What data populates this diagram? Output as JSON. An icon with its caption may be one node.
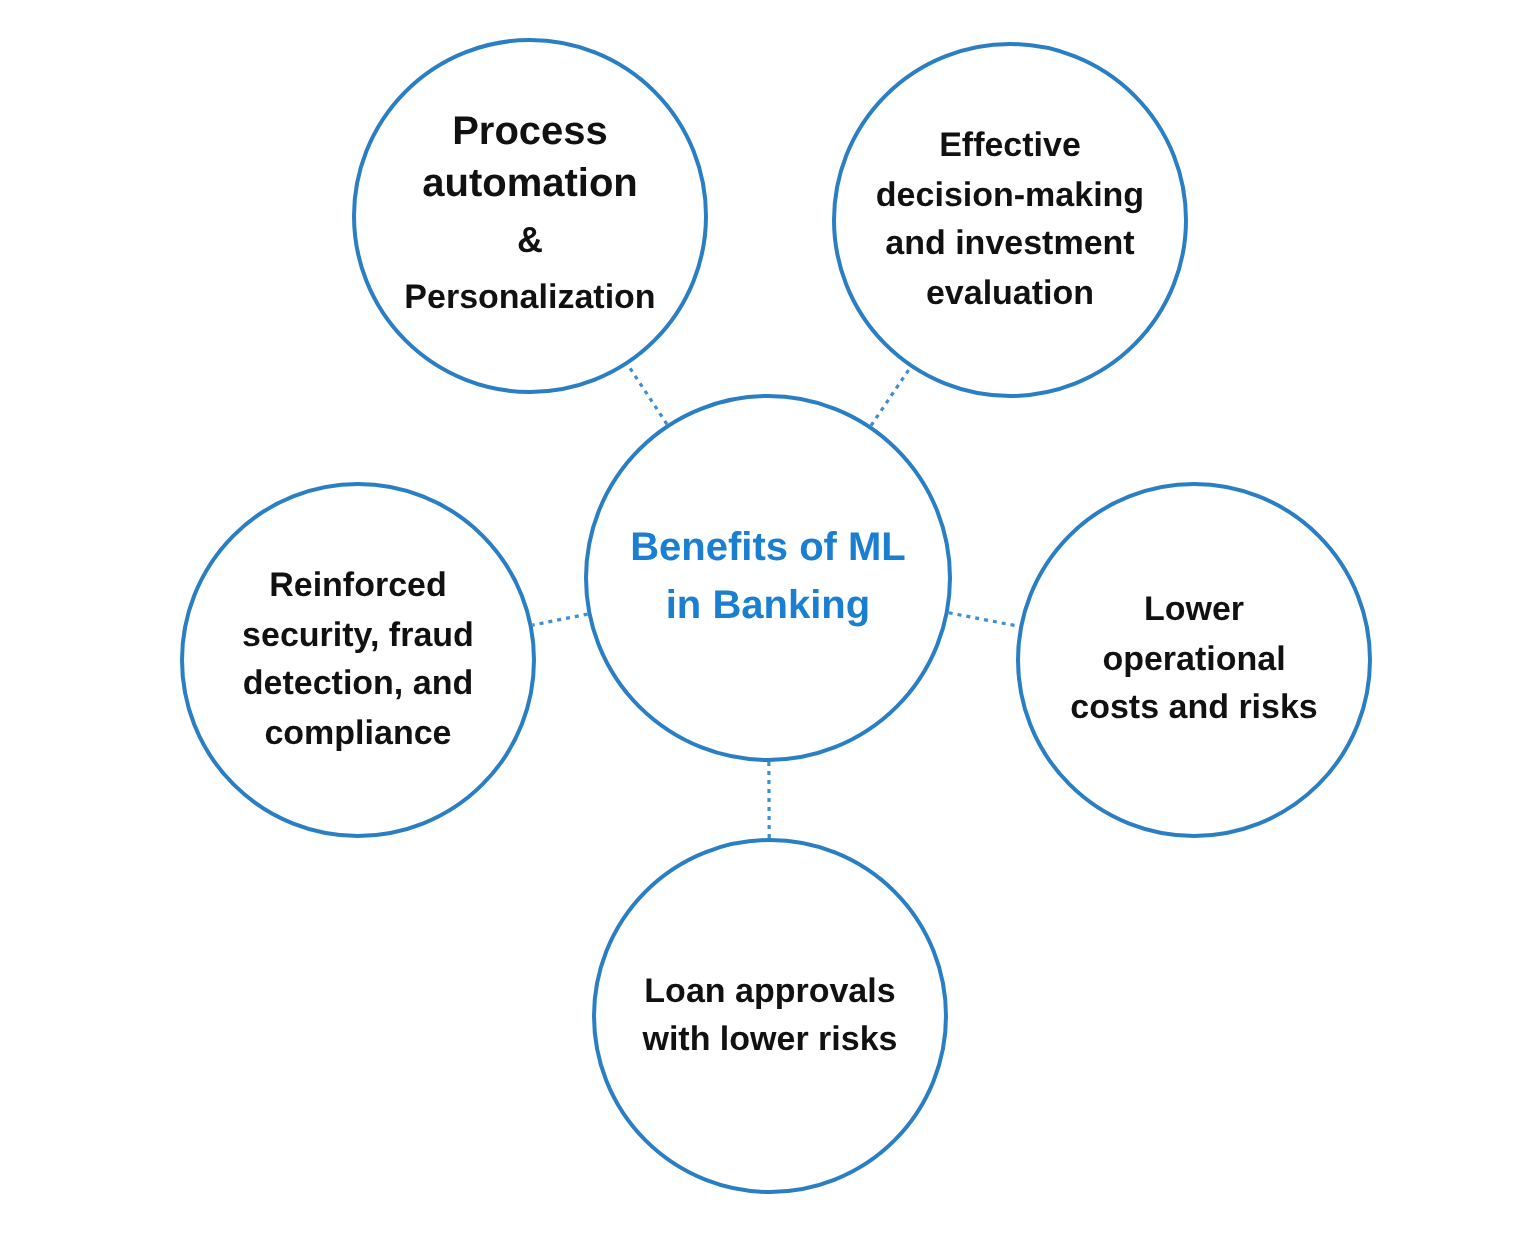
{
  "diagram": {
    "nodes": [
      {
        "text": [
          "Process automation",
          "&",
          "Personalization"
        ]
      },
      {
        "text": [
          "Effective decision-making and investment evaluation"
        ]
      },
      {
        "text": [
          "Reinforced security, fraud detection, and compliance"
        ]
      },
      {
        "text": [
          "Benefits of ML in Banking"
        ]
      },
      {
        "text": [
          "Lower operational costs and risks"
        ]
      },
      {
        "text": [
          "Loan approvals with lower risks"
        ]
      }
    ],
    "edges": [
      {
        "from": 3,
        "to": 0,
        "arrow": "none"
      },
      {
        "from": 3,
        "to": 1,
        "arrow": "none"
      },
      {
        "from": 3,
        "to": 2,
        "arrow": "none"
      },
      {
        "from": 3,
        "to": 4,
        "arrow": "none"
      },
      {
        "from": 3,
        "to": 5,
        "arrow": "none"
      }
    ]
  }
}
